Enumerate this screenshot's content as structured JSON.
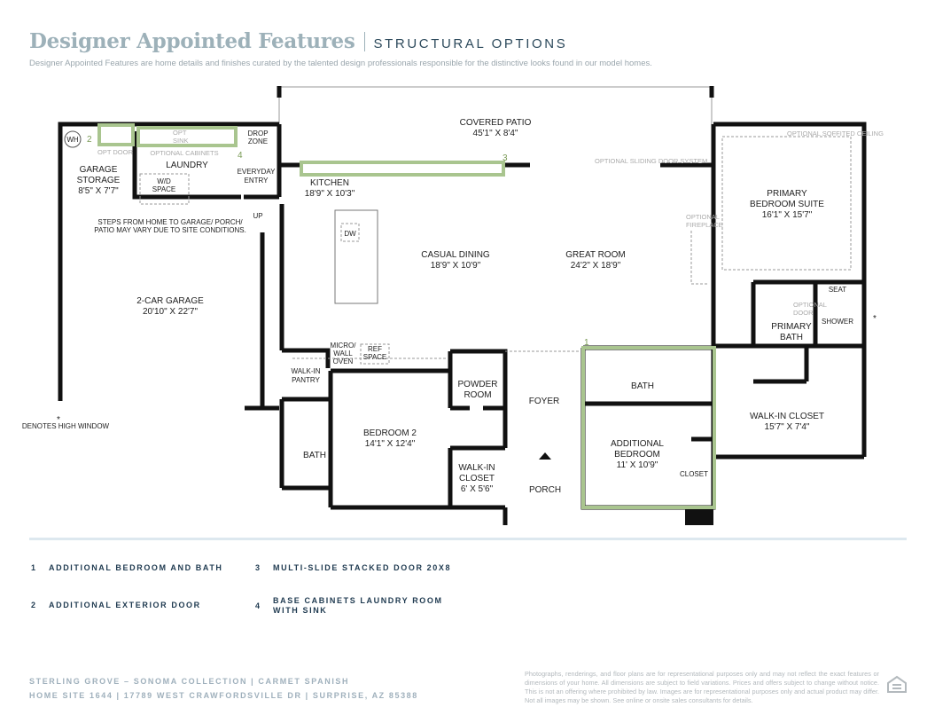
{
  "header": {
    "title": "Designer Appointed Features",
    "section": "STRUCTURAL OPTIONS",
    "subtitle": "Designer Appointed Features are home details and finishes curated by the talented design professionals responsible for the distinctive looks found in our model homes."
  },
  "plan": {
    "covered_patio": "COVERED PATIO",
    "covered_patio_dim": "45'1\" X 8'4\"",
    "wh": "WH",
    "opt_door": "OPT DOOR",
    "opt_sink_1": "OPT",
    "opt_sink_2": "SINK",
    "optional_cabinets": "OPTIONAL CABINETS",
    "drop_zone_1": "DROP",
    "drop_zone_2": "ZONE",
    "garage_storage_1": "GARAGE",
    "garage_storage_2": "STORAGE",
    "garage_storage_dim": "8'5\" X 7'7\"",
    "laundry": "LAUNDRY",
    "wd_1": "W/D",
    "wd_2": "SPACE",
    "everyday_1": "EVERYDAY",
    "everyday_2": "ENTRY",
    "up": "UP",
    "steps_note_1": "STEPS FROM HOME TO GARAGE/ PORCH/",
    "steps_note_2": "PATIO MAY VARY DUE TO SITE CONDITIONS.",
    "kitchen": "KITCHEN",
    "kitchen_dim": "18'9\" X 10'3\"",
    "dw": "DW",
    "sliding_door": "OPTIONAL SLIDING DOOR SYSTEM",
    "soffit": "OPTIONAL SOFFITED CEILING",
    "fireplace_1": "OPTIONAL",
    "fireplace_2": "FIREPLACE",
    "primary_suite_1": "PRIMARY",
    "primary_suite_2": "BEDROOM SUITE",
    "primary_suite_dim": "16'1\" X 15'7\"",
    "casual_dining": "CASUAL DINING",
    "casual_dining_dim": "18'9\" X 10'9\"",
    "great_room": "GREAT ROOM",
    "great_room_dim": "24'2\" X 18'9\"",
    "garage": "2-CAR GARAGE",
    "garage_dim": "20'10\" X 22'7\"",
    "seat": "SEAT",
    "shower": "SHOWER",
    "opt_door2_1": "OPTIONAL",
    "opt_door2_2": "DOOR",
    "primary_bath_1": "PRIMARY",
    "primary_bath_2": "BATH",
    "micro_1": "MICRO/",
    "micro_2": "WALL",
    "micro_3": "OVEN",
    "ref_1": "REF",
    "ref_2": "SPACE",
    "walkin_pantry_1": "WALK-IN",
    "walkin_pantry_2": "PANTRY",
    "powder_1": "POWDER",
    "powder_2": "ROOM",
    "foyer": "FOYER",
    "bath": "BATH",
    "bath2": "BATH",
    "walkin_closet": "WALK-IN CLOSET",
    "walkin_closet_dim": "15'7\" X 7'4\"",
    "high_window_note": "DENOTES HIGH WINDOW",
    "asterisk": "*",
    "bedroom2": "BEDROOM 2",
    "bedroom2_dim": "14'1\" X 12'4\"",
    "addl_bed_1": "ADDITIONAL",
    "addl_bed_2": "BEDROOM",
    "addl_bed_dim": "11' X 10'9\"",
    "closet": "CLOSET",
    "wic2_1": "WALK-IN",
    "wic2_2": "CLOSET",
    "wic2_dim": "6' X 5'6\"",
    "porch": "PORCH",
    "markers": [
      "1",
      "2",
      "3",
      "4"
    ]
  },
  "legend": [
    {
      "num": "1",
      "text": "ADDITIONAL BEDROOM AND BATH"
    },
    {
      "num": "2",
      "text": "ADDITIONAL EXTERIOR DOOR"
    },
    {
      "num": "3",
      "text": "MULTI-SLIDE STACKED DOOR 20X8"
    },
    {
      "num": "4",
      "text": "BASE CABINETS LAUNDRY ROOM WITH SINK"
    }
  ],
  "footer": {
    "line1": "STERLING GROVE – SONOMA COLLECTION  |  CARMET SPANISH",
    "line2": "HOME SITE 1644  |  17789 WEST CRAWFORDSVILLE DR  |  SURPRISE, AZ 85388",
    "disclaimer": "Photographs, renderings, and floor plans are for representational purposes only and may not reflect the exact features or dimensions of your home. All dimensions are subject to field variations. Prices and offers subject to change without notice. This is not an offering where prohibited by law. Images are for representational purposes only and actual product may differ. Not all images may be shown. See online or onsite sales consultants for details."
  },
  "colors": {
    "accent": "#a9c58f",
    "title": "#9db1b9",
    "navy": "#1f3a50"
  }
}
